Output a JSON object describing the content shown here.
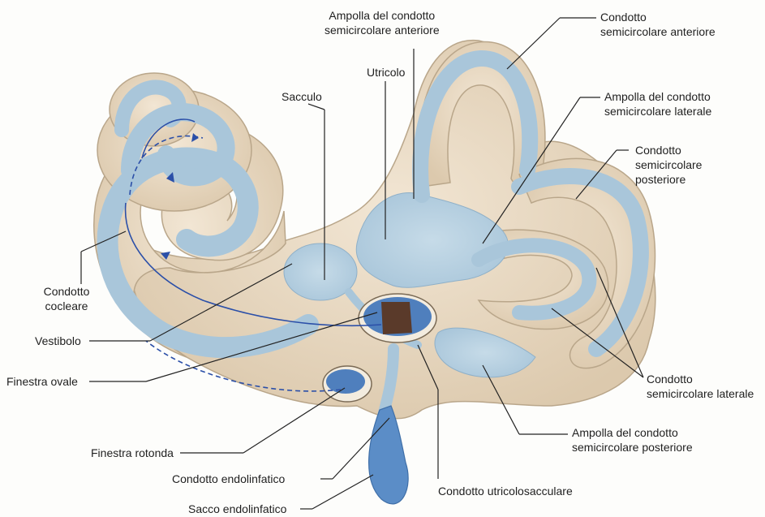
{
  "labels": {
    "ampolla_anteriore": [
      "Ampolla del condotto",
      "semicircolare anteriore"
    ],
    "condotto_anteriore": [
      "Condotto",
      "semicircolare anteriore"
    ],
    "utricolo": "Utricolo",
    "sacculo": "Sacculo",
    "ampolla_laterale": [
      "Ampolla del condotto",
      "semicircolare laterale"
    ],
    "condotto_posteriore": [
      "Condotto",
      "semicircolare",
      "posteriore"
    ],
    "condotto_cocleare": [
      "Condotto",
      "cocleare"
    ],
    "vestibolo": "Vestibolo",
    "finestra_ovale": "Finestra ovale",
    "condotto_laterale": [
      "Condotto",
      "semicircolare laterale"
    ],
    "finestra_rotonda": "Finestra rotonda",
    "ampolla_posteriore": [
      "Ampolla del condotto",
      "semicircolare posteriore"
    ],
    "condotto_endolinfatico": "Condotto endolinfatico",
    "condotto_utricolosacculare": "Condotto utricolosacculare",
    "sacco_endolinfatico": "Sacco endolinfatico"
  },
  "colors": {
    "bone": "#eadbc6",
    "bone_edge": "#b9a68a",
    "membrane": "#b5cfe0",
    "membrane_dark": "#9dbdd4",
    "fluid": "#5d8fc8",
    "window": "#4f7fbd",
    "stapes": "#5a3a2a",
    "leader": "#222222",
    "arrow": "#2b4fa8"
  }
}
